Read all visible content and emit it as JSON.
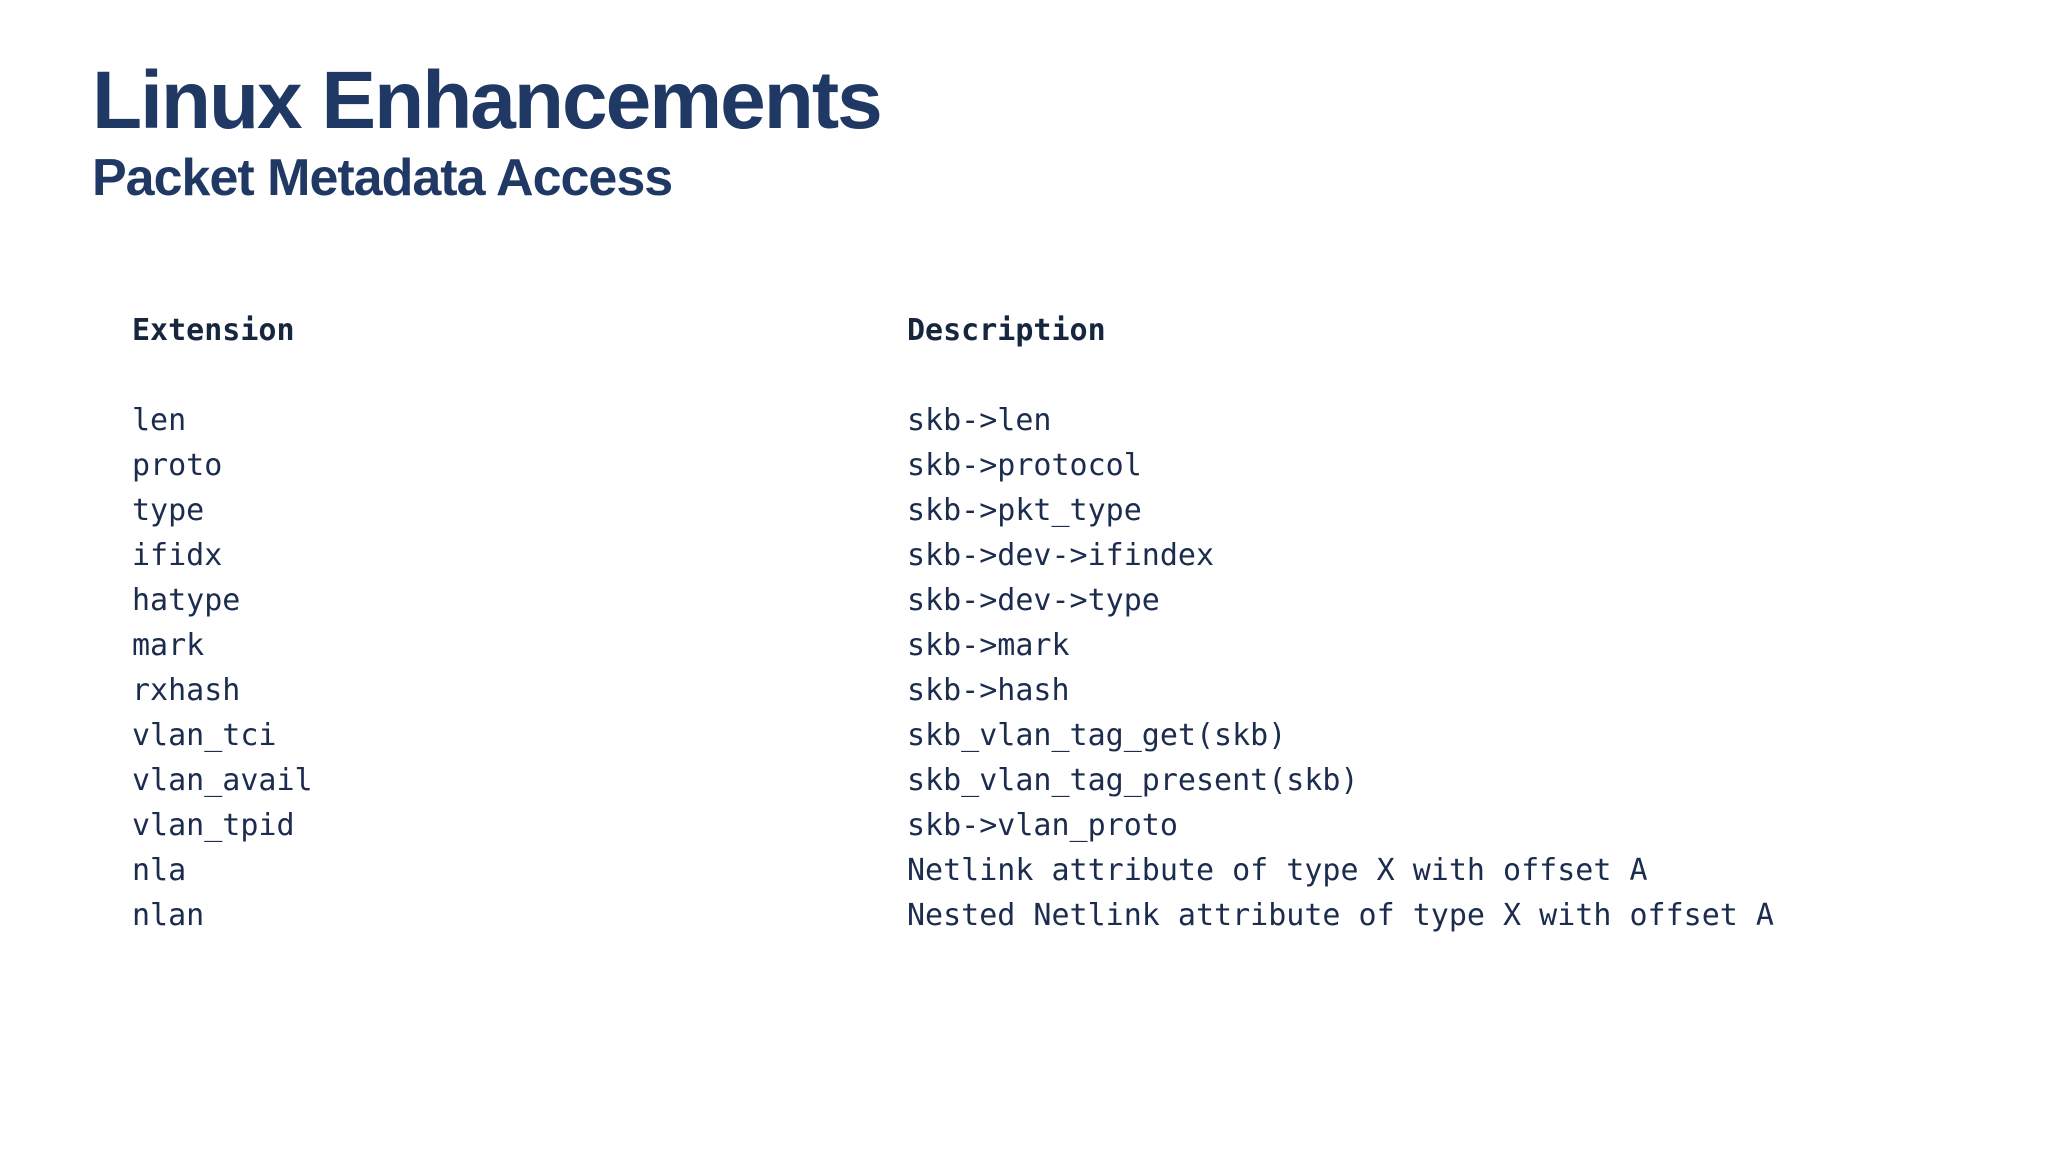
{
  "slide": {
    "title": "Linux Enhancements",
    "subtitle": "Packet Metadata Access"
  },
  "table": {
    "headers": {
      "extension": "Extension",
      "description": "Description"
    },
    "rows": [
      {
        "extension": "len",
        "description": "skb->len"
      },
      {
        "extension": "proto",
        "description": "skb->protocol"
      },
      {
        "extension": "type",
        "description": "skb->pkt_type"
      },
      {
        "extension": "ifidx",
        "description": "skb->dev->ifindex"
      },
      {
        "extension": "hatype",
        "description": "skb->dev->type"
      },
      {
        "extension": "mark",
        "description": "skb->mark"
      },
      {
        "extension": "rxhash",
        "description": "skb->hash"
      },
      {
        "extension": "vlan_tci",
        "description": "skb_vlan_tag_get(skb)"
      },
      {
        "extension": "vlan_avail",
        "description": "skb_vlan_tag_present(skb)"
      },
      {
        "extension": "vlan_tpid",
        "description": "skb->vlan_proto"
      },
      {
        "extension": "nla",
        "description": "Netlink attribute of type X with offset A"
      },
      {
        "extension": "nlan",
        "description": "Nested Netlink attribute of type X with offset A"
      }
    ]
  },
  "colors": {
    "heading": "#1f3864",
    "body_text": "#1c2c4e",
    "background": "#ffffff"
  }
}
